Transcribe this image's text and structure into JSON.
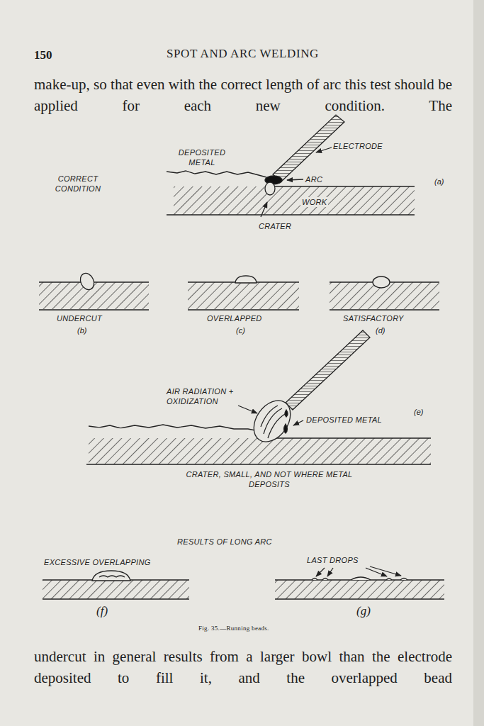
{
  "diagram": {
    "title": "SPOT AND ARC WELDING",
    "caption": "Fig. 35.—Running beads.",
    "labels": [
      "150",
      "make-up, so that even with the correct length of arc this test should be applied for each new condition. The",
      "DEPOSITED METAL",
      "ELECTRODE",
      "CORRECT CONDITION",
      "ARC",
      "(a)",
      "WORK",
      "CRATER",
      "UNDERCUT",
      "(b)",
      "OVERLAPPED",
      "(c)",
      "SATISFACTORY",
      "(d)",
      "AIR RADIATION + OXIDIZATION",
      "DEPOSITED METAL",
      "(e)",
      "CRATER, SMALL, AND NOT WHERE METAL DEPOSITS",
      "RESULTS OF LONG ARC",
      "EXCESSIVE OVERLAPPING",
      "LAST DROPS",
      "(f)",
      "(g)",
      "undercut in general results from a larger bowl than the electrode deposited to fill it, and the overlapped bead"
    ]
  }
}
